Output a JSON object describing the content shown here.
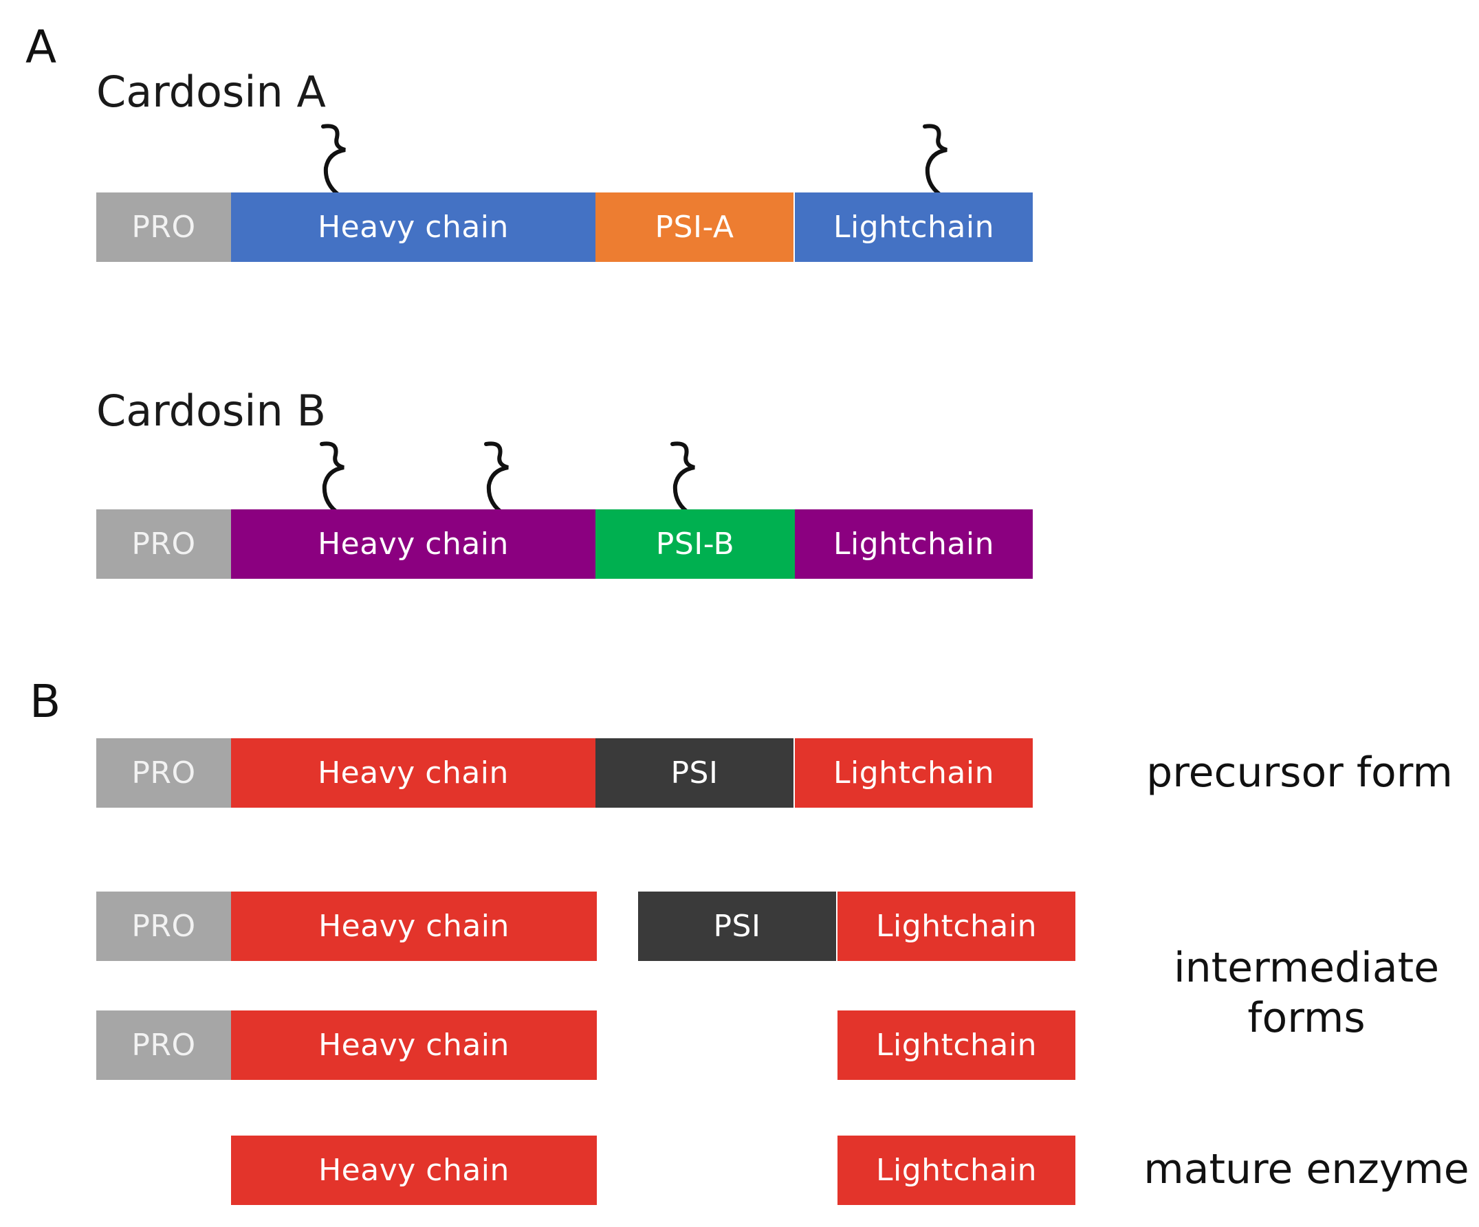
{
  "panels": {
    "a": {
      "letter": "A"
    },
    "b": {
      "letter": "B"
    }
  },
  "cardosin_a": {
    "title": "Cardosin A",
    "segments": [
      {
        "label": "PRO",
        "color": "#a6a6a6"
      },
      {
        "label": "Heavy chain",
        "color": "#4472c4"
      },
      {
        "label": "PSI-A",
        "color": "#ed7d31"
      },
      {
        "label": "Lightchain",
        "color": "#4472c4"
      }
    ],
    "glycosylation_marks": 2
  },
  "cardosin_b": {
    "title": "Cardosin B",
    "segments": [
      {
        "label": "PRO",
        "color": "#a6a6a6"
      },
      {
        "label": "Heavy chain",
        "color": "#8b0080"
      },
      {
        "label": "PSI-B",
        "color": "#00b050"
      },
      {
        "label": "Lightchain",
        "color": "#8b0080"
      }
    ],
    "glycosylation_marks": 3
  },
  "processing": {
    "precursor": {
      "segments": [
        {
          "label": "PRO",
          "color": "#a6a6a6"
        },
        {
          "label": "Heavy chain",
          "color": "#e3342b"
        },
        {
          "label": "PSI",
          "color": "#3a3a3a"
        },
        {
          "label": "Lightchain",
          "color": "#e3342b"
        }
      ],
      "label": "precursor form"
    },
    "intermediate_1": {
      "segments": [
        {
          "label": "PRO",
          "color": "#a6a6a6"
        },
        {
          "label": "Heavy chain",
          "color": "#e3342b"
        },
        {
          "label": "PSI",
          "color": "#3a3a3a"
        },
        {
          "label": "Lightchain",
          "color": "#e3342b"
        }
      ]
    },
    "intermediate_2": {
      "segments": [
        {
          "label": "PRO",
          "color": "#a6a6a6"
        },
        {
          "label": "Heavy chain",
          "color": "#e3342b"
        },
        {
          "label": "Lightchain",
          "color": "#e3342b"
        }
      ]
    },
    "intermediate_label": "intermediate forms",
    "mature": {
      "segments": [
        {
          "label": "Heavy chain",
          "color": "#e3342b"
        },
        {
          "label": "Lightchain",
          "color": "#e3342b"
        }
      ],
      "label": "mature enzyme"
    }
  }
}
